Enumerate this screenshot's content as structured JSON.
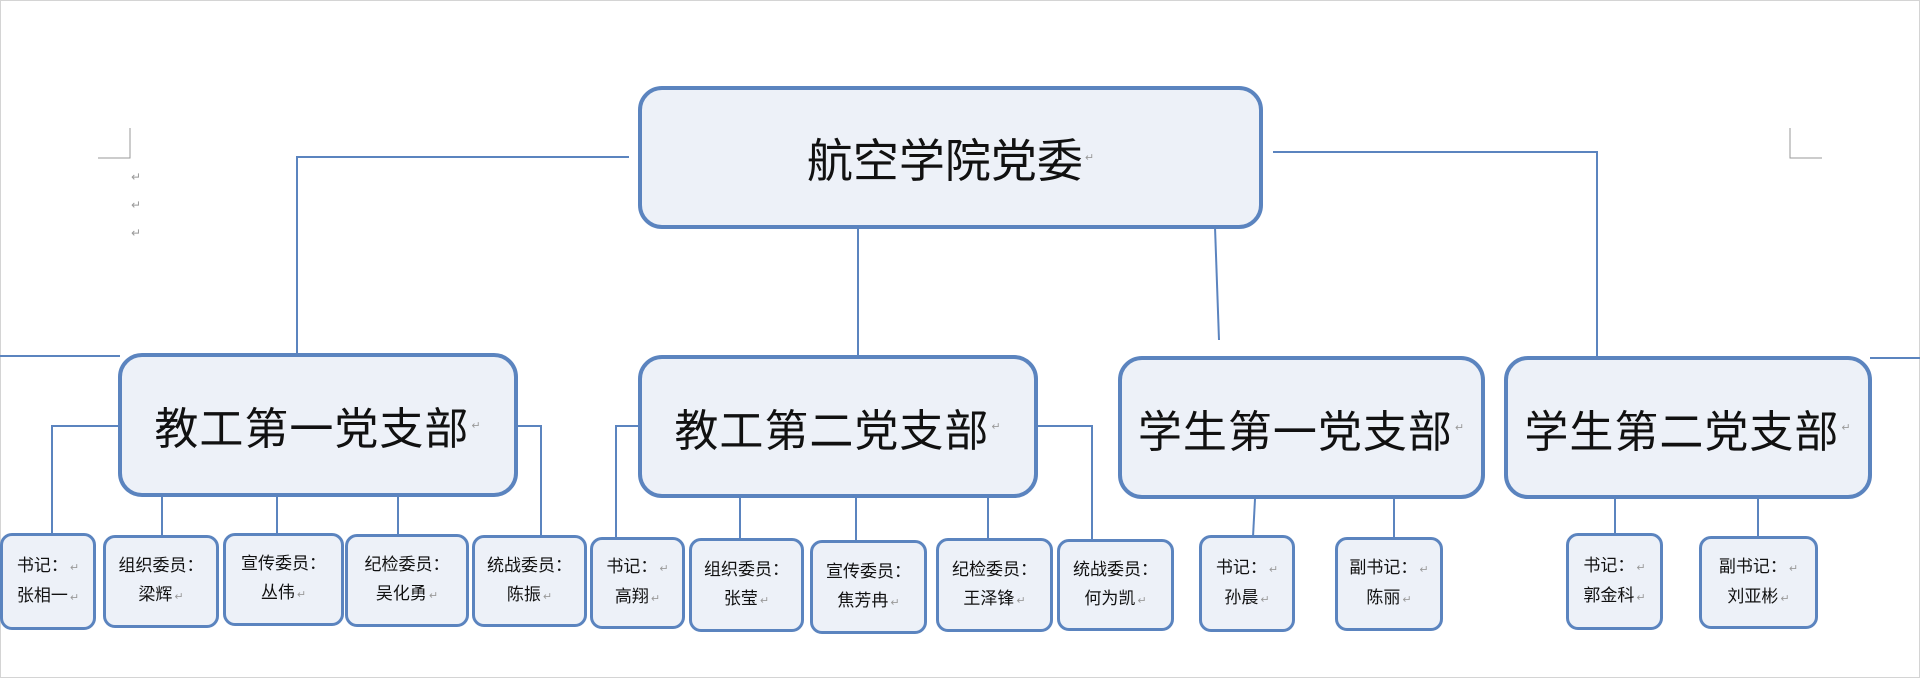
{
  "diagram": {
    "root": {
      "label": "航空学院党委"
    },
    "branches": [
      {
        "label": "教工第一党支部",
        "members": [
          {
            "role": "书记：",
            "name": "张相一"
          },
          {
            "role": "组织委员：",
            "name": "梁辉"
          },
          {
            "role": "宣传委员：",
            "name": "丛伟"
          },
          {
            "role": "纪检委员：",
            "name": "吴化勇"
          },
          {
            "role": "统战委员：",
            "name": "陈振"
          }
        ]
      },
      {
        "label": "教工第二党支部",
        "members": [
          {
            "role": "书记：",
            "name": "高翔"
          },
          {
            "role": "组织委员：",
            "name": "张莹"
          },
          {
            "role": "宣传委员：",
            "name": "焦芳冉"
          },
          {
            "role": "纪检委员：",
            "name": "王泽锋"
          },
          {
            "role": "统战委员：",
            "name": "何为凯"
          }
        ]
      },
      {
        "label": "学生第一党支部",
        "members": [
          {
            "role": "书记：",
            "name": "孙晨"
          },
          {
            "role": "副书记：",
            "name": "陈丽"
          }
        ]
      },
      {
        "label": "学生第二党支部",
        "members": [
          {
            "role": "书记：",
            "name": "郭金科"
          },
          {
            "role": "副书记：",
            "name": "刘亚彬"
          }
        ]
      }
    ]
  },
  "style": {
    "line_color": "#5b84bf",
    "border_color": "#5b84bf",
    "fill_color": "#edf1f8"
  },
  "paragraph_mark": "↵"
}
